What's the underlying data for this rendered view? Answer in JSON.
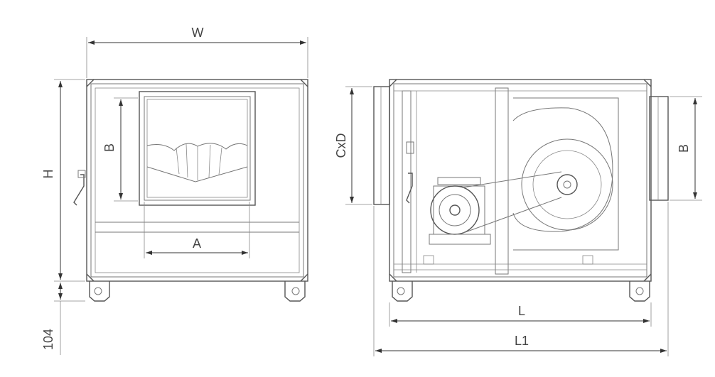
{
  "front_view": {
    "width_label": "W",
    "height_label": "H",
    "opening_height_label": "B",
    "opening_width_label": "A",
    "feet_height_label": "104"
  },
  "side_view": {
    "duct_label": "CxD",
    "outlet_label": "B",
    "length_label": "L",
    "overall_length_label": "L1"
  },
  "colors": {
    "line": "#555555",
    "dimension": "#333333",
    "text": "#444444"
  }
}
